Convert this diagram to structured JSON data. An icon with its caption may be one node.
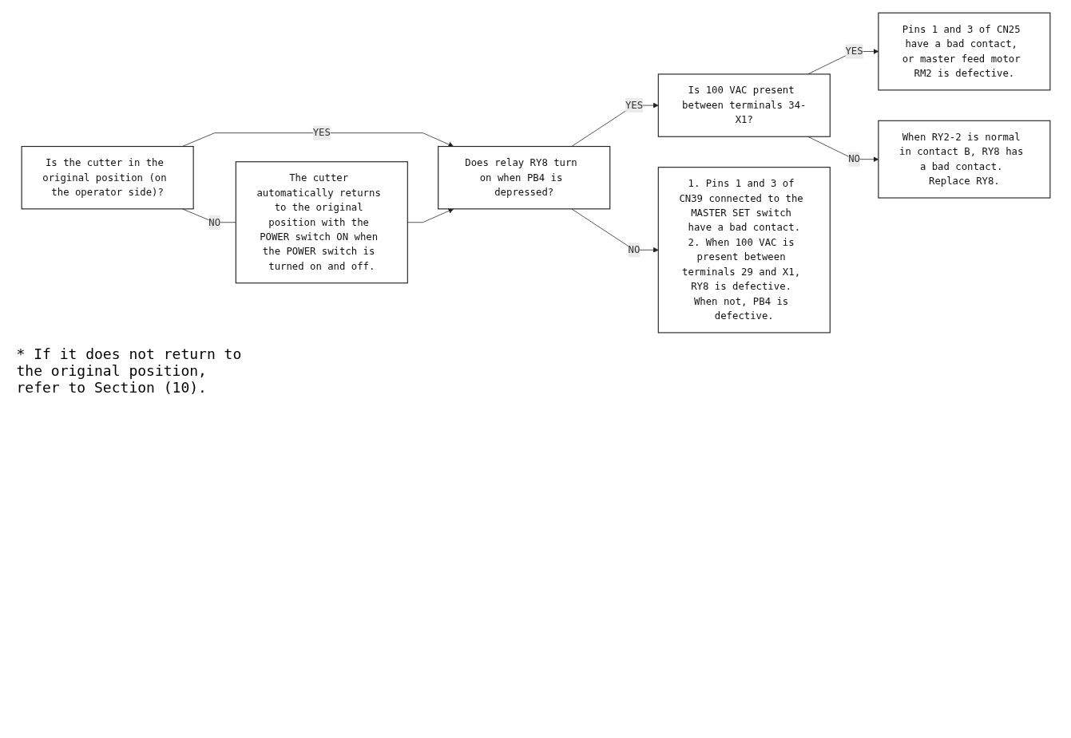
{
  "diagram": {
    "nodes": [
      {
        "text": [
          "Is the cutter in the original position (on the operator side)?"
        ]
      },
      {
        "text": [
          "Does relay RY8 turn on when PB4 is depressed?"
        ]
      },
      {
        "text": [
          "Is 100 VAC present between terminals 34-X1?"
        ]
      },
      {
        "text": [
          "Pins 1 and 3 of CN25 have a bad contact, or master feed motor RM2 is defective."
        ]
      },
      {
        "text": [
          "The cutter automatically returns to the original position with the POWER switch ON when the POWER switch is turned on and off."
        ]
      },
      {
        "text": [
          "1. Pins 1 and 3 of CN39 connected to the MASTER SET switch have a bad contact.",
          "2. When 100 VAC is present between terminals 29 and X1, RY8 is defective. When not, PB4 is defective."
        ]
      },
      {
        "text": [
          "When RY2-2 is normal in contact B, RY8 has a bad contact. Replace RY8."
        ]
      }
    ],
    "edges": [
      {
        "from": 0,
        "to": 1,
        "arrow": "to",
        "label": "YES"
      },
      {
        "from": 0,
        "to": 4,
        "arrow": "none",
        "label": "NO"
      },
      {
        "from": 4,
        "to": 1,
        "arrow": "to"
      },
      {
        "from": 1,
        "to": 2,
        "arrow": "to",
        "label": "YES"
      },
      {
        "from": 1,
        "to": 5,
        "arrow": "to",
        "label": "NO"
      },
      {
        "from": 2,
        "to": 3,
        "arrow": "to",
        "label": "YES"
      },
      {
        "from": 2,
        "to": 6,
        "arrow": "to",
        "label": "NO"
      }
    ],
    "labels": [
      "* If it does not return to the original position, refer to Section (10)."
    ]
  }
}
